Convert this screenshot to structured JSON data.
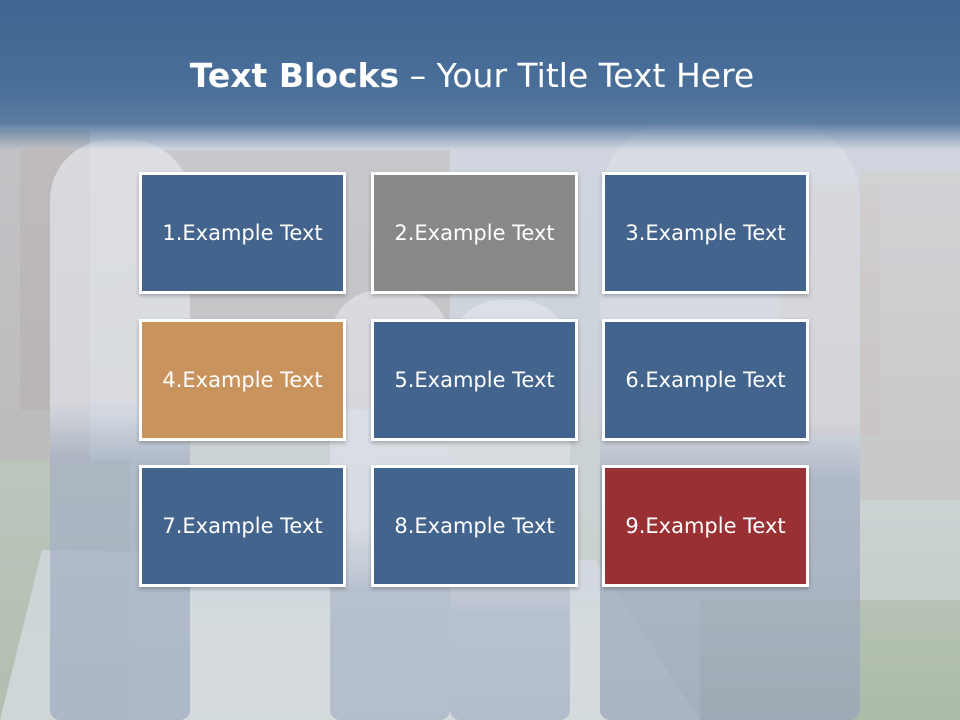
{
  "slide": {
    "title_bold": "Text Blocks",
    "title_rest": " – Your Title Text Here"
  },
  "blocks": [
    {
      "label": "1.Example Text",
      "color": "#43648c"
    },
    {
      "label": "2.Example Text",
      "color": "#888888"
    },
    {
      "label": "3.Example Text",
      "color": "#43648c"
    },
    {
      "label": "4.Example Text",
      "color": "#c9935d"
    },
    {
      "label": "5.Example Text",
      "color": "#43648c"
    },
    {
      "label": "6.Example Text",
      "color": "#43648c"
    },
    {
      "label": "7.Example Text",
      "color": "#43648c"
    },
    {
      "label": "8.Example Text",
      "color": "#43648c"
    },
    {
      "label": "9.Example Text",
      "color": "#993134"
    }
  ],
  "colors": {
    "header": "#43648c",
    "block_border": "#ffffff",
    "text": "#ffffff"
  }
}
